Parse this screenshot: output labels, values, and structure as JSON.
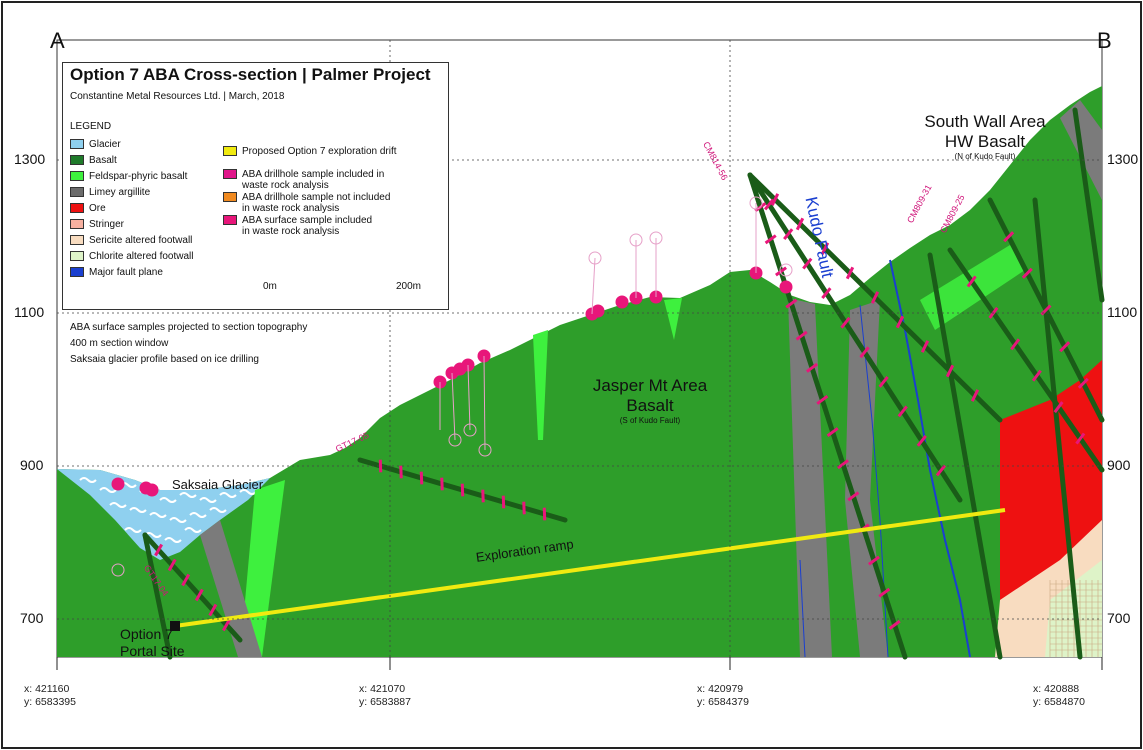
{
  "section": {
    "start_label": "A",
    "end_label": "B",
    "elevations_left": [
      "1300",
      "1100",
      "900",
      "700"
    ],
    "elevations_right": [
      "1300",
      "1100",
      "900",
      "700"
    ],
    "coordinates": [
      {
        "x": "x: 421160",
        "y": "y: 6583395"
      },
      {
        "x": "x: 421070",
        "y": "y: 6583887"
      },
      {
        "x": "x: 420979",
        "y": "y: 6584379"
      },
      {
        "x": "x: 420888",
        "y": "y: 6584870"
      }
    ]
  },
  "legend": {
    "title": "Option 7 ABA Cross-section | Palmer Project",
    "subtitle": "Constantine Metal Resources Ltd. | March, 2018",
    "heading": "LEGEND",
    "left_items": [
      {
        "label": "Glacier",
        "color": "#8fd0ef"
      },
      {
        "label": "Basalt",
        "color": "#1f7a2a"
      },
      {
        "label": "Feldspar-phyric basalt",
        "color": "#3ef03e"
      },
      {
        "label": "Limey argillite",
        "color": "#6b6b6b"
      },
      {
        "label": "Ore",
        "color": "#ee1111"
      },
      {
        "label": "Stringer",
        "color": "#f6b0a0"
      },
      {
        "label": "Sericite altered footwall",
        "color": "#f8dcc0"
      },
      {
        "label": "Chlorite altered footwall",
        "color": "#def3c8"
      },
      {
        "label": "Major fault plane",
        "color": "#1a3fd0"
      }
    ],
    "right_items": [
      {
        "label": "Proposed Option 7 exploration drift",
        "color": "#f0ea10"
      },
      {
        "label": "ABA drillhole sample included in\nwaste rock analysis",
        "color": "#e0168a"
      },
      {
        "label": "ABA drillhole sample not included\nin waste rock analysis",
        "color": "#f08a20"
      },
      {
        "label": "ABA surface sample included\nin waste rock analysis",
        "color": "#e8167a"
      }
    ],
    "scale_start": "0m",
    "scale_end": "200m"
  },
  "notes": [
    "ABA surface samples projected to section topography",
    "400 m section window",
    "Saksaia glacier profile based on ice drilling"
  ],
  "labels": {
    "south_wall_line1": "South Wall Area",
    "south_wall_line2": "HW Basalt",
    "south_wall_sub": "(N of Kudo Fault)",
    "jasper_line1": "Jasper Mt Area",
    "jasper_line2": "Basalt",
    "jasper_sub": "(S of Kudo Fault)",
    "kudo_fault": "Kudo Fault",
    "glacier": "Saksaia Glacier",
    "ramp": "Exploration ramp",
    "portal_line1": "Option 7",
    "portal_line2": "Portal Site"
  },
  "drillholes": [
    "CM814-56",
    "CM809-31",
    "CM809-25",
    "GT17-05",
    "GT17-04"
  ],
  "colors": {
    "basalt": "#2e9e2a",
    "basalt_dark": "#1a6b1f",
    "feldspar": "#3ef03e",
    "argillite": "#7b7b7b",
    "glacier": "#8fd0ef",
    "ore": "#ee1111",
    "ramp": "#f0ea10",
    "sample": "#e8167a",
    "fault": "#1a3fd0"
  }
}
